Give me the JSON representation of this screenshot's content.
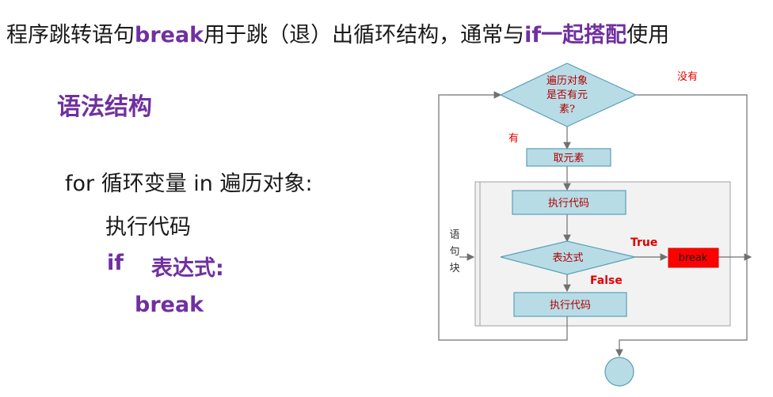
{
  "headline": {
    "part1": "程序跳转语句",
    "kw1": "break",
    "part2": "用于跳（退）出循环结构，通常与",
    "kw2": "if一起搭配",
    "part3": "使用"
  },
  "section_title": "语法结构",
  "syntax": {
    "line1": "for 循环变量 in 遍历对象:",
    "line2": "执行代码",
    "if_kw": "if",
    "if_expr": "表达式:",
    "break_kw": "break"
  },
  "flowchart": {
    "decision1": [
      "遍历对象",
      "是否有元",
      "素?"
    ],
    "label_no": "没有",
    "label_yes": "有",
    "get_element": "取元素",
    "execute1": "执行代码",
    "decision2": "表达式",
    "label_true": "True",
    "break_box": "break",
    "label_false": "False",
    "execute2": "执行代码",
    "statement_block": [
      "语",
      "句",
      "块"
    ]
  },
  "colors": {
    "keyword": "#7030a0",
    "box_fill": "#b8dce6",
    "box_stroke": "#5a9fb5",
    "break_fill": "#ff0000",
    "label_red": "#e00000"
  }
}
